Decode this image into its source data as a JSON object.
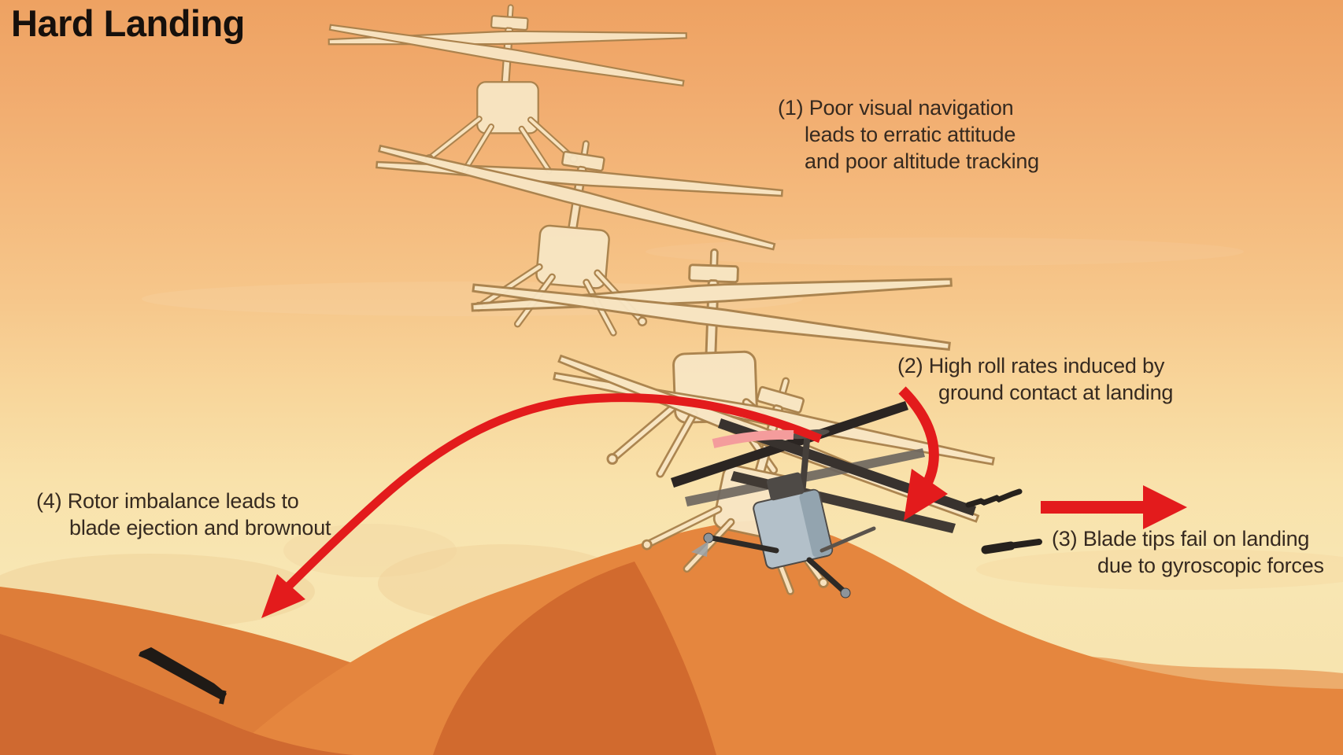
{
  "title": "Hard Landing",
  "annotations": {
    "a1": "(1) Poor visual navigation\nleads to erratic attitude\nand poor altitude tracking",
    "a2": "(2) High roll rates induced by\nground contact at landing",
    "a3": "(3) Blade tips fail on landing\ndue to gyroscopic forces",
    "a4": "(4) Rotor imbalance leads to\nblade ejection and brownout"
  },
  "scene": {
    "figures": [
      {
        "icon": "ghost-helicopter-icon",
        "count": 4,
        "meaning": "faded outline positions of the helicopter descending erratically"
      },
      {
        "icon": "crashed-helicopter-icon",
        "count": 1,
        "meaning": "dark helicopter tipping over at ground contact on the hill crest"
      },
      {
        "icon": "roll-arrow-icon",
        "meaning": "curved red arrow showing high roll rate at landing"
      },
      {
        "icon": "ejection-arrow-icon",
        "meaning": "straight red arrow showing blade-tip failure direction"
      },
      {
        "icon": "trajectory-arrow-icon",
        "meaning": "long red arc showing ejected blade flying to lower left"
      },
      {
        "icon": "blade-fragment-icon",
        "count": 2
      },
      {
        "icon": "ejected-blade-icon",
        "count": 1
      }
    ]
  },
  "colors": {
    "arrow_red": "#e31b1c",
    "sky_top": "#eea262",
    "sky_bottom": "#f9e7b2",
    "hill_light": "#e5863e",
    "hill_mid": "#de7d39",
    "hill_dark": "#d16a2e",
    "hill_front": "#cf6930",
    "ghost_fill": "#f8e6c4",
    "ghost_outline": "#a8814c",
    "helicopter_body": "#b3c0c9",
    "text": "#362a20"
  }
}
